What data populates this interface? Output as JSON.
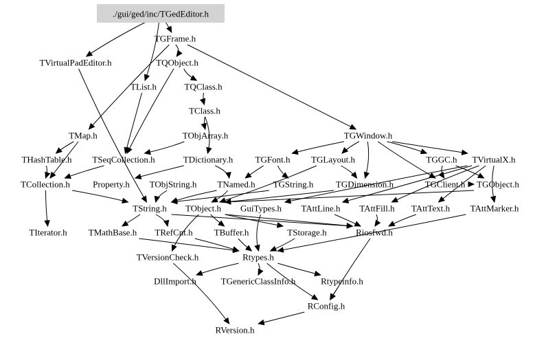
{
  "diagram": {
    "type": "include-dependency-graph",
    "root": "./gui/ged/inc/TGedEditor.h",
    "nodes": [
      {
        "id": "TGedEditor",
        "label": "./gui/ged/inc/TGedEditor.h",
        "root": true
      },
      {
        "id": "TGFrame",
        "label": "TGFrame.h"
      },
      {
        "id": "TVirtualPadEditor",
        "label": "TVirtualPadEditor.h"
      },
      {
        "id": "TQObject",
        "label": "TQObject.h"
      },
      {
        "id": "TList",
        "label": "TList.h"
      },
      {
        "id": "TQClass",
        "label": "TQClass.h"
      },
      {
        "id": "TClass",
        "label": "TClass.h"
      },
      {
        "id": "TMap",
        "label": "TMap.h"
      },
      {
        "id": "TObjArray",
        "label": "TObjArray.h"
      },
      {
        "id": "TGWindow",
        "label": "TGWindow.h"
      },
      {
        "id": "THashTable",
        "label": "THashTable.h"
      },
      {
        "id": "TSeqCollection",
        "label": "TSeqCollection.h"
      },
      {
        "id": "TDictionary",
        "label": "TDictionary.h"
      },
      {
        "id": "TGFont",
        "label": "TGFont.h"
      },
      {
        "id": "TGLayout",
        "label": "TGLayout.h"
      },
      {
        "id": "TGGC",
        "label": "TGGC.h"
      },
      {
        "id": "TVirtualX",
        "label": "TVirtualX.h"
      },
      {
        "id": "TCollection",
        "label": "TCollection.h"
      },
      {
        "id": "Property",
        "label": "Property.h"
      },
      {
        "id": "TObjString",
        "label": "TObjString.h"
      },
      {
        "id": "TNamed",
        "label": "TNamed.h"
      },
      {
        "id": "TGString",
        "label": "TGString.h"
      },
      {
        "id": "TGDimension",
        "label": "TGDimension.h"
      },
      {
        "id": "TGClient",
        "label": "TGClient.h"
      },
      {
        "id": "TGObject",
        "label": "TGObject.h"
      },
      {
        "id": "TString",
        "label": "TString.h"
      },
      {
        "id": "TObject",
        "label": "TObject.h"
      },
      {
        "id": "GuiTypes",
        "label": "GuiTypes.h"
      },
      {
        "id": "TAttLine",
        "label": "TAttLine.h"
      },
      {
        "id": "TAttFill",
        "label": "TAttFill.h"
      },
      {
        "id": "TAttText",
        "label": "TAttText.h"
      },
      {
        "id": "TAttMarker",
        "label": "TAttMarker.h"
      },
      {
        "id": "TIterator",
        "label": "TIterator.h"
      },
      {
        "id": "TMathBase",
        "label": "TMathBase.h"
      },
      {
        "id": "TRefCnt",
        "label": "TRefCnt.h"
      },
      {
        "id": "TBuffer",
        "label": "TBuffer.h"
      },
      {
        "id": "TStorage",
        "label": "TStorage.h"
      },
      {
        "id": "Riosfwd",
        "label": "Riosfwd.h"
      },
      {
        "id": "TVersionCheck",
        "label": "TVersionCheck.h"
      },
      {
        "id": "Rtypes",
        "label": "Rtypes.h"
      },
      {
        "id": "DllImport",
        "label": "DllImport.h"
      },
      {
        "id": "TGenericClassInfo",
        "label": "TGenericClassInfo.h"
      },
      {
        "id": "Rtypeinfo",
        "label": "Rtypeinfo.h"
      },
      {
        "id": "RConfig",
        "label": "RConfig.h"
      },
      {
        "id": "RVersion",
        "label": "RVersion.h"
      }
    ],
    "edges": [
      [
        "TGedEditor",
        "TGFrame"
      ],
      [
        "TGedEditor",
        "TVirtualPadEditor"
      ],
      [
        "TGedEditor",
        "TList"
      ],
      [
        "TGFrame",
        "TQObject"
      ],
      [
        "TGFrame",
        "TGWindow"
      ],
      [
        "TGFrame",
        "TMap"
      ],
      [
        "TQObject",
        "TQClass"
      ],
      [
        "TQObject",
        "TSeqCollection"
      ],
      [
        "TQClass",
        "TClass"
      ],
      [
        "TClass",
        "TObjArray"
      ],
      [
        "TClass",
        "TDictionary"
      ],
      [
        "TList",
        "TSeqCollection"
      ],
      [
        "TObjArray",
        "TSeqCollection"
      ],
      [
        "TMap",
        "THashTable"
      ],
      [
        "TMap",
        "TCollection"
      ],
      [
        "THashTable",
        "TCollection"
      ],
      [
        "TSeqCollection",
        "TCollection"
      ],
      [
        "TVirtualPadEditor",
        "TString"
      ],
      [
        "TDictionary",
        "TNamed"
      ],
      [
        "TDictionary",
        "Property"
      ],
      [
        "TGWindow",
        "TGFont"
      ],
      [
        "TGWindow",
        "TGLayout"
      ],
      [
        "TGWindow",
        "TGDimension"
      ],
      [
        "TGWindow",
        "TGGC"
      ],
      [
        "TGWindow",
        "TVirtualX"
      ],
      [
        "TGWindow",
        "TGClient"
      ],
      [
        "TGFont",
        "TNamed"
      ],
      [
        "TGFont",
        "TGString"
      ],
      [
        "TGLayout",
        "TGDimension"
      ],
      [
        "TGLayout",
        "TObject"
      ],
      [
        "TGGC",
        "TGClient"
      ],
      [
        "TGGC",
        "TGObject"
      ],
      [
        "TGClient",
        "TGObject"
      ],
      [
        "TGObject",
        "TObject"
      ],
      [
        "TCollection",
        "TIterator"
      ],
      [
        "TCollection",
        "TString"
      ],
      [
        "TObjString",
        "TString"
      ],
      [
        "TNamed",
        "TObject"
      ],
      [
        "TNamed",
        "TString"
      ],
      [
        "TGString",
        "TString"
      ],
      [
        "TGDimension",
        "TObject"
      ],
      [
        "TVirtualX",
        "GuiTypes"
      ],
      [
        "TVirtualX",
        "TAttLine"
      ],
      [
        "TVirtualX",
        "TAttFill"
      ],
      [
        "TVirtualX",
        "TAttText"
      ],
      [
        "TVirtualX",
        "TAttMarker"
      ],
      [
        "TString",
        "TMathBase"
      ],
      [
        "TString",
        "TRefCnt"
      ],
      [
        "TString",
        "Riosfwd"
      ],
      [
        "TObject",
        "TVersionCheck"
      ],
      [
        "TObject",
        "TBuffer"
      ],
      [
        "TObject",
        "TStorage"
      ],
      [
        "TObject",
        "Riosfwd"
      ],
      [
        "GuiTypes",
        "Rtypes"
      ],
      [
        "TAttLine",
        "Riosfwd"
      ],
      [
        "TAttFill",
        "Riosfwd"
      ],
      [
        "TAttText",
        "Riosfwd"
      ],
      [
        "TAttMarker",
        "Rtypes"
      ],
      [
        "TMathBase",
        "Rtypes"
      ],
      [
        "TRefCnt",
        "Rtypes"
      ],
      [
        "TBuffer",
        "Rtypes"
      ],
      [
        "TStorage",
        "Rtypes"
      ],
      [
        "Riosfwd",
        "RConfig"
      ],
      [
        "TVersionCheck",
        "RVersion"
      ],
      [
        "Rtypes",
        "DllImport"
      ],
      [
        "Rtypes",
        "TGenericClassInfo"
      ],
      [
        "Rtypes",
        "Rtypeinfo"
      ],
      [
        "Rtypes",
        "RConfig"
      ],
      [
        "Rtypeinfo",
        "RConfig"
      ],
      [
        "RConfig",
        "RVersion"
      ]
    ]
  }
}
